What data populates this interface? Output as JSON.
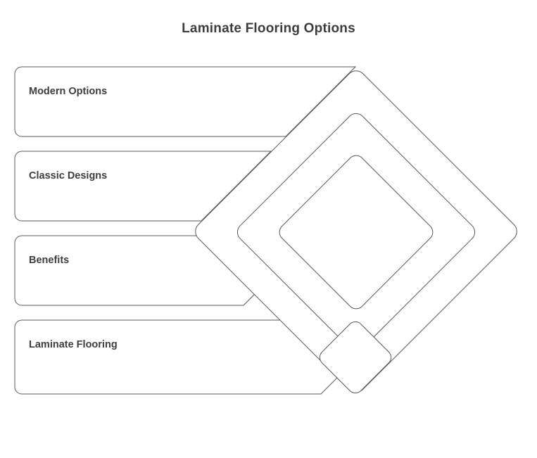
{
  "title": "Laminate Flooring Options",
  "colors": {
    "background": "#ffffff",
    "stroke": "#58585a",
    "title_text": "#3d3d3d",
    "label_text": "#3d3d3d",
    "shape_fill": "#ffffff"
  },
  "labels": {
    "level_1": "Modern Options",
    "level_2": "Classic Designs",
    "level_3": "Benefits",
    "level_4": "Laminate Flooring"
  },
  "chart_data": {
    "type": "diagram",
    "subtype": "nested-diamond-layers",
    "title": "Laminate Flooring Options",
    "xlabel": "",
    "ylabel": "",
    "legend": "none",
    "grid": false,
    "levels": [
      {
        "rank": 1,
        "label": "Modern Options",
        "size": 234,
        "outermost": true
      },
      {
        "rank": 2,
        "label": "Classic Designs",
        "size": 174,
        "outermost": false
      },
      {
        "rank": 3,
        "label": "Benefits",
        "size": 114,
        "outermost": false
      },
      {
        "rank": 4,
        "label": "Laminate Flooring",
        "size": 55,
        "outermost": false
      }
    ],
    "categories": [
      "Modern Options",
      "Classic Designs",
      "Benefits",
      "Laminate Flooring"
    ],
    "values": [
      234,
      174,
      114,
      55
    ]
  }
}
